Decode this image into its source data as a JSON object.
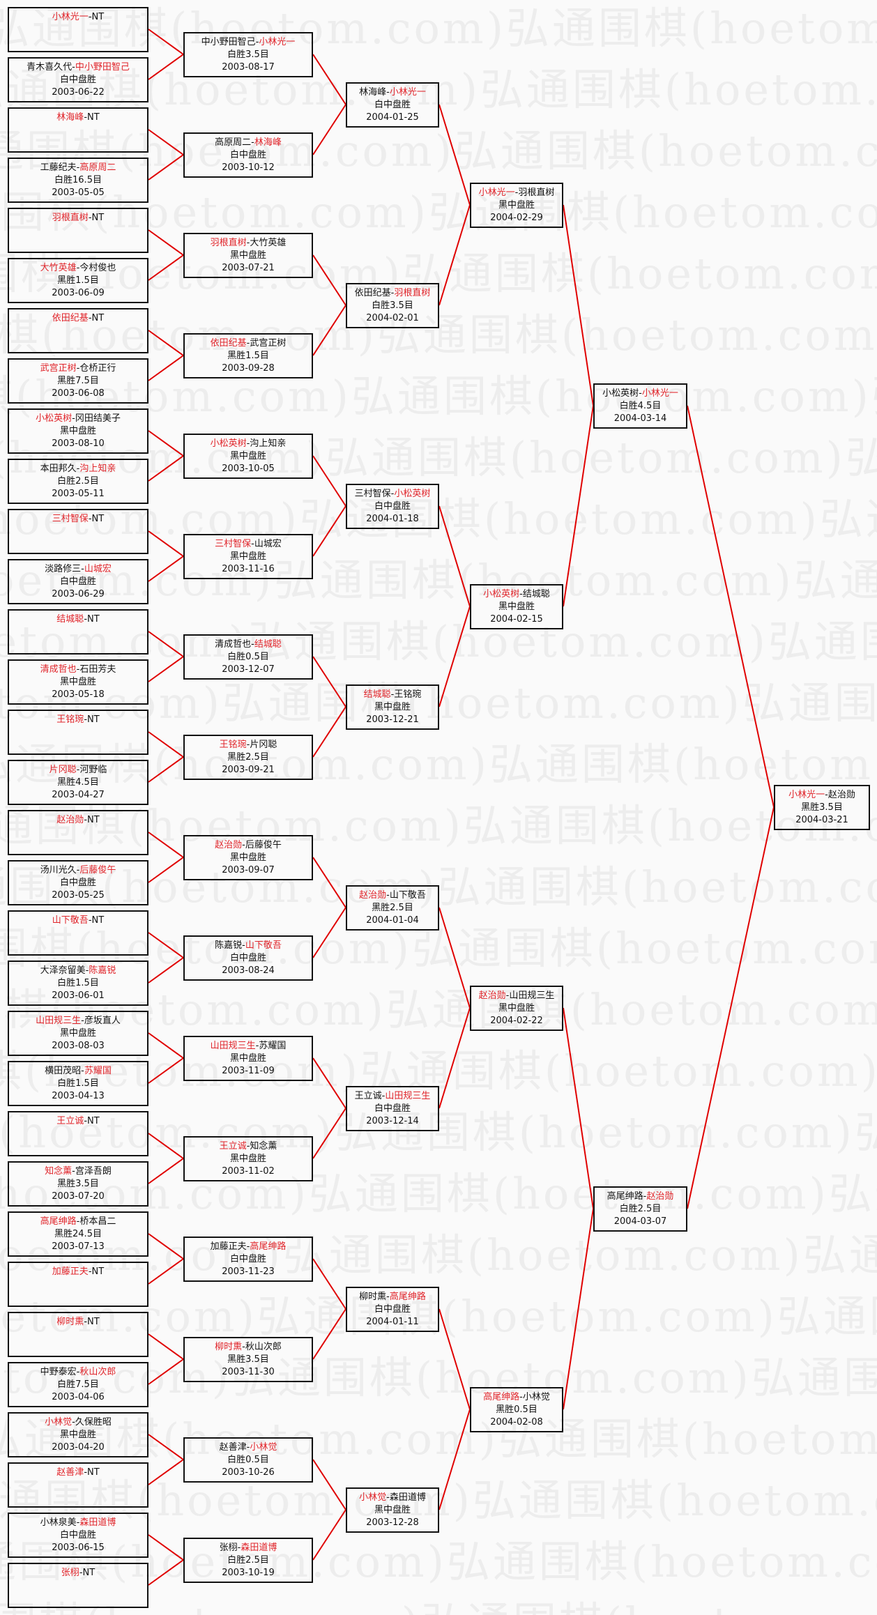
{
  "watermark": "弘通围棋(hoetom.com)",
  "colors": {
    "winner": "#e0242a",
    "connector": "#e00000",
    "border": "#111111"
  },
  "rounds": [
    [
      {
        "p1": "小林光一",
        "p2": "NT",
        "winner": 1
      },
      {
        "p1": "青木喜久代",
        "p2": "中小野田智己",
        "winner": 2,
        "result": "白中盘胜",
        "date": "2003-06-22"
      },
      {
        "p1": "林海峰",
        "p2": "NT",
        "winner": 1
      },
      {
        "p1": "工藤纪夫",
        "p2": "高原周二",
        "winner": 2,
        "result": "白胜16.5目",
        "date": "2003-05-05"
      },
      {
        "p1": "羽根直树",
        "p2": "NT",
        "winner": 1
      },
      {
        "p1": "大竹英雄",
        "p2": "今村俊也",
        "winner": 1,
        "result": "黑胜1.5目",
        "date": "2003-06-09"
      },
      {
        "p1": "依田纪基",
        "p2": "NT",
        "winner": 1
      },
      {
        "p1": "武宫正树",
        "p2": "仓桥正行",
        "winner": 1,
        "result": "黑胜7.5目",
        "date": "2003-06-08"
      },
      {
        "p1": "小松英树",
        "p2": "冈田结美子",
        "winner": 1,
        "result": "黑中盘胜",
        "date": "2003-08-10"
      },
      {
        "p1": "本田邦久",
        "p2": "沟上知亲",
        "winner": 2,
        "result": "白胜2.5目",
        "date": "2003-05-11"
      },
      {
        "p1": "三村智保",
        "p2": "NT",
        "winner": 1
      },
      {
        "p1": "淡路修三",
        "p2": "山城宏",
        "winner": 2,
        "result": "白中盘胜",
        "date": "2003-06-29"
      },
      {
        "p1": "结城聪",
        "p2": "NT",
        "winner": 1
      },
      {
        "p1": "清成哲也",
        "p2": "石田芳夫",
        "winner": 1,
        "result": "黑中盘胜",
        "date": "2003-05-18"
      },
      {
        "p1": "王铭琬",
        "p2": "NT",
        "winner": 1
      },
      {
        "p1": "片冈聪",
        "p2": "河野临",
        "winner": 1,
        "result": "黑胜4.5目",
        "date": "2003-04-27"
      },
      {
        "p1": "赵治勋",
        "p2": "NT",
        "winner": 1
      },
      {
        "p1": "汤川光久",
        "p2": "后藤俊午",
        "winner": 2,
        "result": "白中盘胜",
        "date": "2003-05-25"
      },
      {
        "p1": "山下敬吾",
        "p2": "NT",
        "winner": 1
      },
      {
        "p1": "大泽奈留美",
        "p2": "陈嘉锐",
        "winner": 2,
        "result": "白胜1.5目",
        "date": "2003-06-01"
      },
      {
        "p1": "山田规三生",
        "p2": "彦坂直人",
        "winner": 1,
        "result": "黑中盘胜",
        "date": "2003-08-03"
      },
      {
        "p1": "横田茂昭",
        "p2": "苏耀国",
        "winner": 2,
        "result": "白胜1.5目",
        "date": "2003-04-13"
      },
      {
        "p1": "王立诚",
        "p2": "NT",
        "winner": 1
      },
      {
        "p1": "知念薰",
        "p2": "宫泽吾朗",
        "winner": 1,
        "result": "黑胜3.5目",
        "date": "2003-07-20"
      },
      {
        "p1": "高尾绅路",
        "p2": "桥本昌二",
        "winner": 1,
        "result": "黑胜24.5目",
        "date": "2003-07-13"
      },
      {
        "p1": "加藤正夫",
        "p2": "NT",
        "winner": 1
      },
      {
        "p1": "柳时熏",
        "p2": "NT",
        "winner": 1
      },
      {
        "p1": "中野泰宏",
        "p2": "秋山次郎",
        "winner": 2,
        "result": "白胜7.5目",
        "date": "2003-04-06"
      },
      {
        "p1": "小林觉",
        "p2": "久保胜昭",
        "winner": 1,
        "result": "黑中盘胜",
        "date": "2003-04-20"
      },
      {
        "p1": "赵善津",
        "p2": "NT",
        "winner": 1
      },
      {
        "p1": "小林泉美",
        "p2": "森田道博",
        "winner": 2,
        "result": "白中盘胜",
        "date": "2003-06-15"
      },
      {
        "p1": "张栩",
        "p2": "NT",
        "winner": 1
      }
    ],
    [
      {
        "p1": "中小野田智己",
        "p2": "小林光一",
        "winner": 2,
        "result": "白胜3.5目",
        "date": "2003-08-17"
      },
      {
        "p1": "高原周二",
        "p2": "林海峰",
        "winner": 2,
        "result": "白中盘胜",
        "date": "2003-10-12"
      },
      {
        "p1": "羽根直树",
        "p2": "大竹英雄",
        "winner": 1,
        "result": "黑中盘胜",
        "date": "2003-07-21"
      },
      {
        "p1": "依田纪基",
        "p2": "武宫正树",
        "winner": 1,
        "result": "黑胜1.5目",
        "date": "2003-09-28"
      },
      {
        "p1": "小松英树",
        "p2": "沟上知亲",
        "winner": 1,
        "result": "黑中盘胜",
        "date": "2003-10-05"
      },
      {
        "p1": "三村智保",
        "p2": "山城宏",
        "winner": 1,
        "result": "黑中盘胜",
        "date": "2003-11-16"
      },
      {
        "p1": "清成哲也",
        "p2": "结城聪",
        "winner": 2,
        "result": "白胜0.5目",
        "date": "2003-12-07"
      },
      {
        "p1": "王铭琬",
        "p2": "片冈聪",
        "winner": 1,
        "result": "黑胜2.5目",
        "date": "2003-09-21"
      },
      {
        "p1": "赵治勋",
        "p2": "后藤俊午",
        "winner": 1,
        "result": "黑中盘胜",
        "date": "2003-09-07"
      },
      {
        "p1": "陈嘉锐",
        "p2": "山下敬吾",
        "winner": 2,
        "result": "白中盘胜",
        "date": "2003-08-24"
      },
      {
        "p1": "山田规三生",
        "p2": "苏耀国",
        "winner": 1,
        "result": "黑中盘胜",
        "date": "2003-11-09"
      },
      {
        "p1": "王立诚",
        "p2": "知念薰",
        "winner": 1,
        "result": "黑中盘胜",
        "date": "2003-11-02"
      },
      {
        "p1": "加藤正夫",
        "p2": "高尾绅路",
        "winner": 2,
        "result": "白中盘胜",
        "date": "2003-11-23"
      },
      {
        "p1": "柳时熏",
        "p2": "秋山次郎",
        "winner": 1,
        "result": "黑胜3.5目",
        "date": "2003-11-30"
      },
      {
        "p1": "赵善津",
        "p2": "小林觉",
        "winner": 2,
        "result": "白胜0.5目",
        "date": "2003-10-26"
      },
      {
        "p1": "张栩",
        "p2": "森田道博",
        "winner": 2,
        "result": "白胜2.5目",
        "date": "2003-10-19"
      }
    ],
    [
      {
        "p1": "林海峰",
        "p2": "小林光一",
        "winner": 2,
        "result": "白中盘胜",
        "date": "2004-01-25"
      },
      {
        "p1": "依田纪基",
        "p2": "羽根直树",
        "winner": 2,
        "result": "白胜3.5目",
        "date": "2004-02-01"
      },
      {
        "p1": "三村智保",
        "p2": "小松英树",
        "winner": 2,
        "result": "白中盘胜",
        "date": "2004-01-18"
      },
      {
        "p1": "结城聪",
        "p2": "王铭琬",
        "winner": 1,
        "result": "黑中盘胜",
        "date": "2003-12-21"
      },
      {
        "p1": "赵治勋",
        "p2": "山下敬吾",
        "winner": 1,
        "result": "黑胜2.5目",
        "date": "2004-01-04"
      },
      {
        "p1": "王立诚",
        "p2": "山田规三生",
        "winner": 2,
        "result": "白中盘胜",
        "date": "2003-12-14"
      },
      {
        "p1": "柳时熏",
        "p2": "高尾绅路",
        "winner": 2,
        "result": "白中盘胜",
        "date": "2004-01-11"
      },
      {
        "p1": "小林觉",
        "p2": "森田道博",
        "winner": 1,
        "result": "黑中盘胜",
        "date": "2003-12-28"
      }
    ],
    [
      {
        "p1": "小林光一",
        "p2": "羽根直树",
        "winner": 1,
        "result": "黑中盘胜",
        "date": "2004-02-29"
      },
      {
        "p1": "小松英树",
        "p2": "结城聪",
        "winner": 1,
        "result": "黑中盘胜",
        "date": "2004-02-15"
      },
      {
        "p1": "赵治勋",
        "p2": "山田规三生",
        "winner": 1,
        "result": "黑中盘胜",
        "date": "2004-02-22"
      },
      {
        "p1": "高尾绅路",
        "p2": "小林觉",
        "winner": 1,
        "result": "黑胜0.5目",
        "date": "2004-02-08"
      }
    ],
    [
      {
        "p1": "小松英树",
        "p2": "小林光一",
        "winner": 2,
        "result": "白胜4.5目",
        "date": "2004-03-14"
      },
      {
        "p1": "高尾绅路",
        "p2": "赵治勋",
        "winner": 2,
        "result": "白胜2.5目",
        "date": "2004-03-07"
      }
    ],
    [
      {
        "p1": "小林光一",
        "p2": "赵治勋",
        "winner": 1,
        "result": "黑胜3.5目",
        "date": "2004-03-21"
      }
    ]
  ]
}
